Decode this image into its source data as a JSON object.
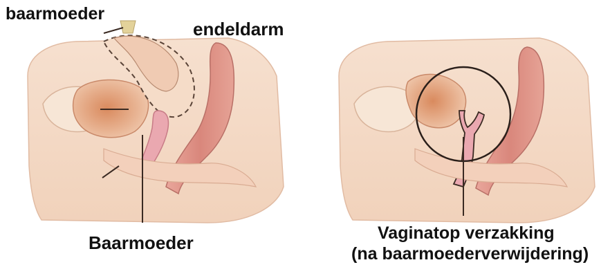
{
  "labels": {
    "uterus_top": "baarmoeder",
    "rectum": "endeldarm",
    "uterus_bottom": "Baarmoeder",
    "prolapse_line1": "Vaginatop verzakking",
    "prolapse_line2": "(na baarmoederverwijdering)"
  },
  "colors": {
    "skin": "#f2d6c1",
    "skin_shadow": "#e3b79c",
    "organ": "#e8b49b",
    "rectum": "#d98f84",
    "vagina_pink": "#e9a3ac",
    "line": "#3a2a22"
  }
}
